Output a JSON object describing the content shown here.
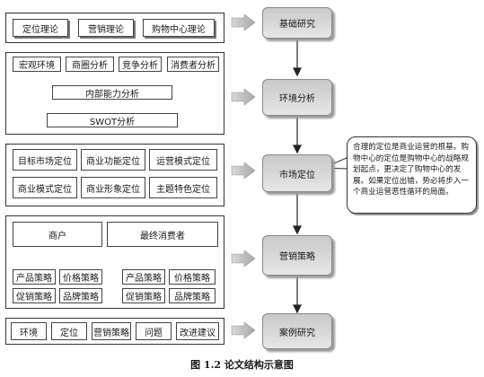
{
  "sections": [
    {
      "step": "基础研究",
      "items": [
        "定位理论",
        "营销理论",
        "购物中心理论"
      ]
    },
    {
      "step": "环境分析",
      "items": [
        "宏观环境",
        "商圈分析",
        "竞争分析",
        "消费者分析"
      ],
      "layer2": "内部能力分析",
      "layer3": "SWOT分析"
    },
    {
      "step": "市场定位",
      "items": [
        "目标市场定位",
        "商业功能定位",
        "运营模式定位",
        "商业模式定位",
        "商业形象定位",
        "主题特色定位"
      ]
    },
    {
      "step": "营销策略",
      "parties": [
        "商户",
        "最终消费者"
      ],
      "strategies": [
        "产品策略",
        "价格策略",
        "促销策略",
        "品牌策略"
      ]
    },
    {
      "step": "案例研究",
      "items": [
        "环境",
        "定位",
        "营销策略",
        "问题",
        "改进建议"
      ]
    }
  ],
  "callout": "合理的定位是商业运营的根基。购物中心的定位是购物中心的战略规划起点，更决定了购物中心的发展。如果定位出错，势必将步入一个商业运营恶性循环的局面。",
  "caption": "图 1.2 论文结构示意图"
}
